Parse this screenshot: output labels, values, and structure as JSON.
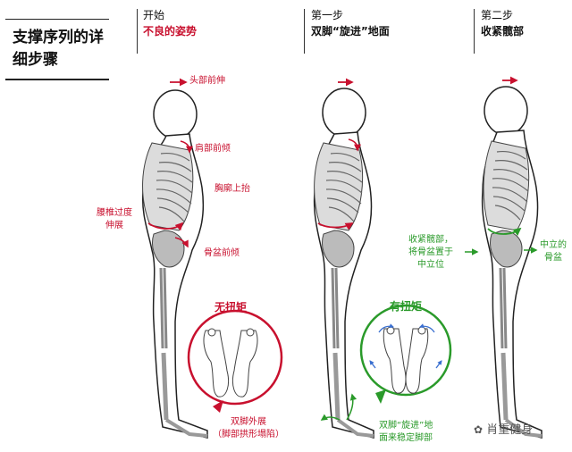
{
  "title": "支撑序列的详细步骤",
  "columns": [
    {
      "heading": "开始",
      "subheading": "不良的姿势"
    },
    {
      "heading": "第一步",
      "subheading": "双脚“旋进”地面"
    },
    {
      "heading": "第二步",
      "subheading": "收紧髋部"
    }
  ],
  "labels_fig1": {
    "head": "头部前伸",
    "shoulder": "肩部前倾",
    "rib": "胸廓上抬",
    "lumbar_1": "腰椎过度",
    "lumbar_2": "伸展",
    "pelvis": "骨盆前倾",
    "feet_title": "无扭矩",
    "feet_1": "双脚外展",
    "feet_2": "（脚部拱形塌陷）"
  },
  "labels_fig2": {
    "feet_title": "有扭矩",
    "feet_1": "双脚“旋进”地",
    "feet_2": "面来稳定脚部"
  },
  "labels_fig3": {
    "hips_1": "收紧髋部，",
    "hips_2": "将骨盆置于",
    "hips_3": "中立位",
    "neutral_1": "中立的",
    "neutral_2": "骨盆"
  },
  "watermark": "肖重健身",
  "colors": {
    "red": "#c8102e",
    "green": "#2a9a2a",
    "body": "#dcdcdc",
    "bone": "#9a9a9a"
  }
}
